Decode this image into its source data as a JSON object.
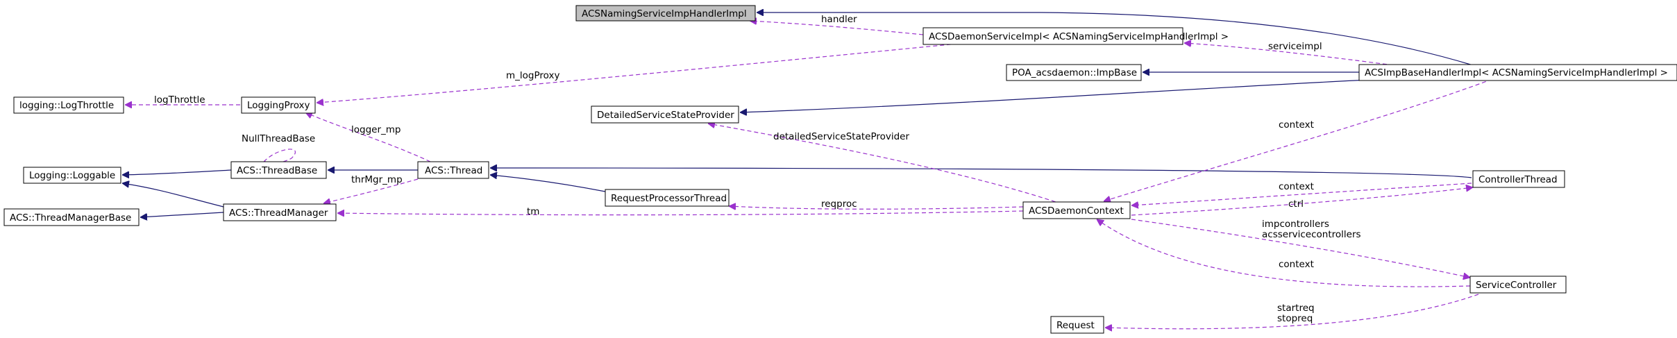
{
  "nodes": {
    "root": "ACSNamingServiceImpHandlerImpl",
    "daemon_service_impl": "ACSDaemonServiceImpl< ACSNamingServiceImpHandlerImpl >",
    "poa_impbase": "POA_acsdaemon::ImpBase",
    "impbase_handler": "ACSImpBaseHandlerImpl< ACSNamingServiceImpHandlerImpl >",
    "log_throttle": "logging::LogThrottle",
    "logging_proxy": "LoggingProxy",
    "detailed_provider": "DetailedServiceStateProvider",
    "loggable": "Logging::Loggable",
    "thread_base": "ACS::ThreadBase",
    "thread": "ACS::Thread",
    "controller_thread": "ControllerThread",
    "thread_manager_base": "ACS::ThreadManagerBase",
    "thread_manager": "ACS::ThreadManager",
    "request_processor": "RequestProcessorThread",
    "daemon_context": "ACSDaemonContext",
    "service_controller": "ServiceController",
    "request": "Request"
  },
  "edge_labels": {
    "handler": "handler",
    "serviceimpl": "serviceimpl",
    "m_logProxy": "m_logProxy",
    "logThrottle": "logThrottle",
    "logger_mp": "logger_mp",
    "null_thread_base": "NullThreadBase",
    "thrMgr_mp": "thrMgr_mp",
    "tm": "tm",
    "detailed_provider": "detailedServiceStateProvider",
    "reqproc": "reqproc",
    "context_impbase": "context",
    "context_ctrl": "context",
    "ctrl": "ctrl",
    "controllers": "impcontrollers\nacsservicecontrollers",
    "context_service": "context",
    "requests": "startreq\nstopreq"
  },
  "colors": {
    "inheritance": "#191970",
    "usage": "#9a32cd",
    "root_fill": "#bfbfbf"
  }
}
